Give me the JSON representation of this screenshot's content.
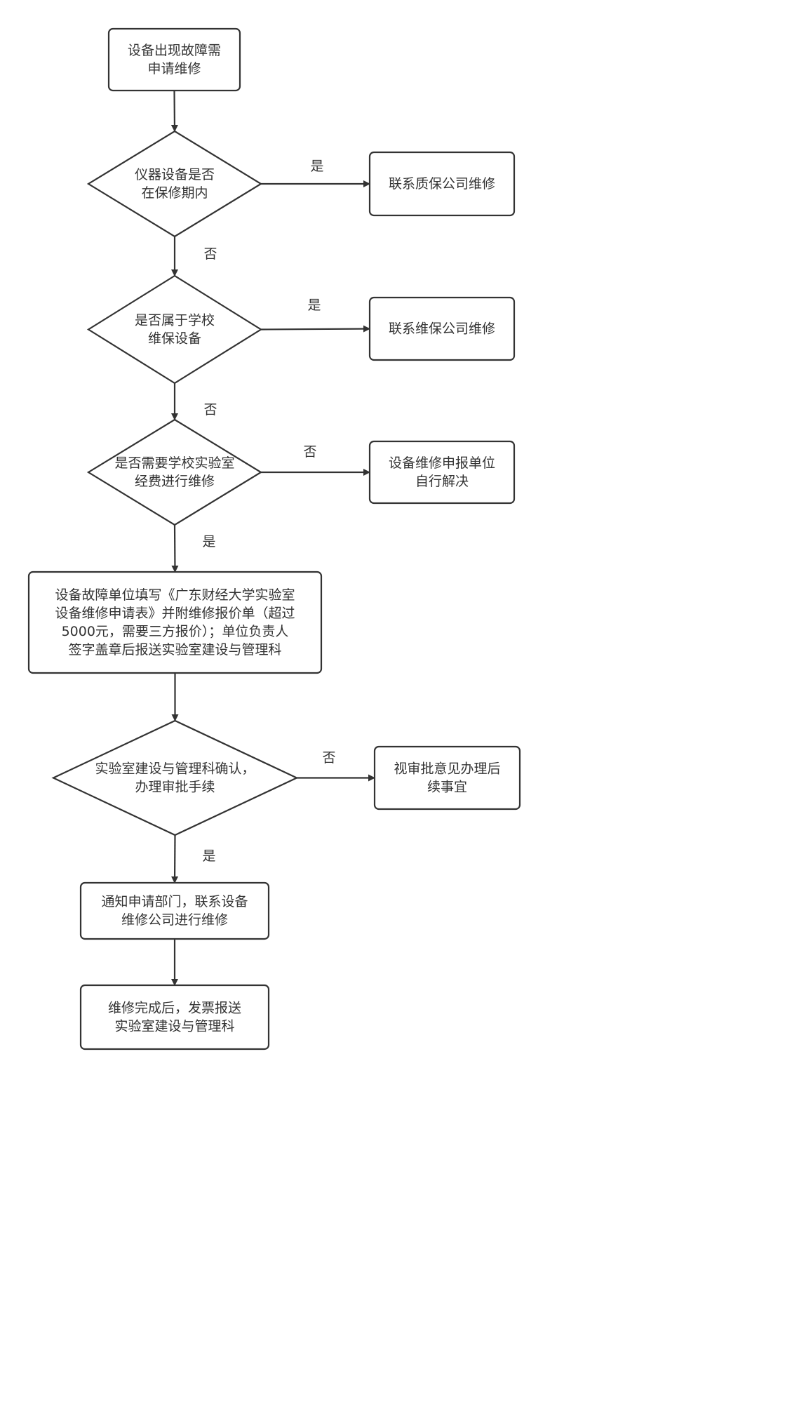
{
  "diagram": {
    "type": "flowchart",
    "nodes": [
      {
        "id": "start",
        "shape": "process",
        "lines": [
          "设备出现故障需",
          "申请维修"
        ]
      },
      {
        "id": "d_warranty",
        "shape": "decision",
        "lines": [
          "仪器设备是否",
          "在保修期内"
        ]
      },
      {
        "id": "r_warranty",
        "shape": "process",
        "lines": [
          "联系质保公司维修"
        ]
      },
      {
        "id": "d_school",
        "shape": "decision",
        "lines": [
          "是否属于学校",
          "维保设备"
        ]
      },
      {
        "id": "r_school",
        "shape": "process",
        "lines": [
          "联系维保公司维修"
        ]
      },
      {
        "id": "d_funds",
        "shape": "decision",
        "lines": [
          "是否需要学校实验室",
          "经费进行维修"
        ]
      },
      {
        "id": "r_funds",
        "shape": "process",
        "lines": [
          "设备维修申报单位",
          "自行解决"
        ]
      },
      {
        "id": "fill_form",
        "shape": "process",
        "lines": [
          "设备故障单位填写《广东财经大学实验室",
          "设备维修申请表》并附维修报价单（超过",
          "5000元，需要三方报价）；单位负责人",
          "签字盖章后报送实验室建设与管理科"
        ]
      },
      {
        "id": "d_approve",
        "shape": "decision",
        "lines": [
          "实验室建设与管理科确认，",
          "办理审批手续"
        ]
      },
      {
        "id": "r_approve",
        "shape": "process",
        "lines": [
          "视审批意见办理后",
          "续事宜"
        ]
      },
      {
        "id": "notify",
        "shape": "process",
        "lines": [
          "通知申请部门，联系设备",
          "维修公司进行维修"
        ]
      },
      {
        "id": "finish",
        "shape": "process",
        "lines": [
          "维修完成后，发票报送",
          "实验室建设与管理科"
        ]
      }
    ],
    "edges": [
      {
        "from": "start",
        "to": "d_warranty",
        "label": ""
      },
      {
        "from": "d_warranty",
        "to": "r_warranty",
        "label": "是"
      },
      {
        "from": "d_warranty",
        "to": "d_school",
        "label": "否"
      },
      {
        "from": "d_school",
        "to": "r_school",
        "label": "是"
      },
      {
        "from": "d_school",
        "to": "d_funds",
        "label": "否"
      },
      {
        "from": "d_funds",
        "to": "r_funds",
        "label": "否"
      },
      {
        "from": "d_funds",
        "to": "fill_form",
        "label": "是"
      },
      {
        "from": "fill_form",
        "to": "d_approve",
        "label": ""
      },
      {
        "from": "d_approve",
        "to": "r_approve",
        "label": "否"
      },
      {
        "from": "d_approve",
        "to": "notify",
        "label": "是"
      },
      {
        "from": "notify",
        "to": "finish",
        "label": ""
      }
    ],
    "colors": {
      "stroke": "#333333",
      "text": "#333333",
      "background": "#ffffff"
    }
  }
}
